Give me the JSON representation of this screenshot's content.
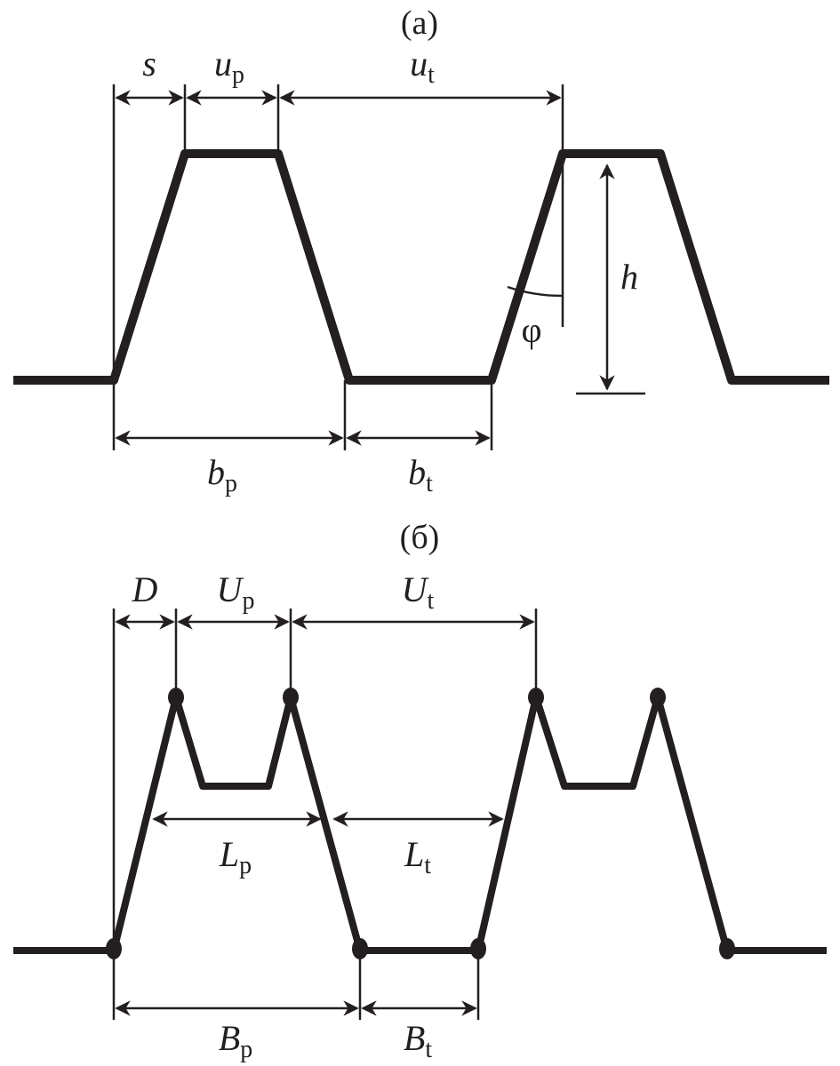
{
  "panel_a": {
    "title": "(a)",
    "labels": {
      "s": {
        "main": "s",
        "sub": ""
      },
      "u_p": {
        "main": "u",
        "sub": "p"
      },
      "u_t": {
        "main": "u",
        "sub": "t"
      },
      "h": {
        "main": "h",
        "sub": ""
      },
      "phi": {
        "main": "φ",
        "sub": ""
      },
      "b_p": {
        "main": "b",
        "sub": "p"
      },
      "b_t": {
        "main": "b",
        "sub": "t"
      }
    }
  },
  "panel_b": {
    "title": "(б)",
    "labels": {
      "D": {
        "main": "D",
        "sub": ""
      },
      "U_p": {
        "main": "U",
        "sub": "p"
      },
      "U_t": {
        "main": "U",
        "sub": "t"
      },
      "L_p": {
        "main": "L",
        "sub": "p"
      },
      "L_t": {
        "main": "L",
        "sub": "t"
      },
      "B_p": {
        "main": "B",
        "sub": "p"
      },
      "B_t": {
        "main": "B",
        "sub": "t"
      }
    }
  }
}
